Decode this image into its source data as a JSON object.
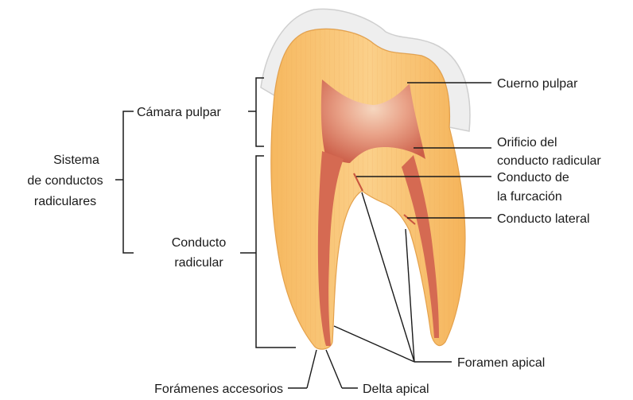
{
  "labels": {
    "camara_pulpar": "Cámara pulpar",
    "sistema_1": "Sistema",
    "sistema_2": "de conductos",
    "sistema_3": "radiculares",
    "conducto_radicular_1": "Conducto",
    "conducto_radicular_2": "radicular",
    "cuerno_pulpar": "Cuerno pulpar",
    "orificio_1": "Orificio del",
    "orificio_2": "conducto radicular",
    "furcacion_1": "Conducto de",
    "furcacion_2": "la furcación",
    "conducto_lateral": "Conducto lateral",
    "foramen_apical": "Foramen apical",
    "foramenes_accesorios": "Forámenes accesorios",
    "delta_apical": "Delta apical"
  },
  "colors": {
    "enamel": "#efefef",
    "dentin": "#f8be68",
    "dentin_light": "#fbd28e",
    "pulp": "#d9735e",
    "pulp_light": "#f3c3a6",
    "line": "#1a1a1a"
  }
}
